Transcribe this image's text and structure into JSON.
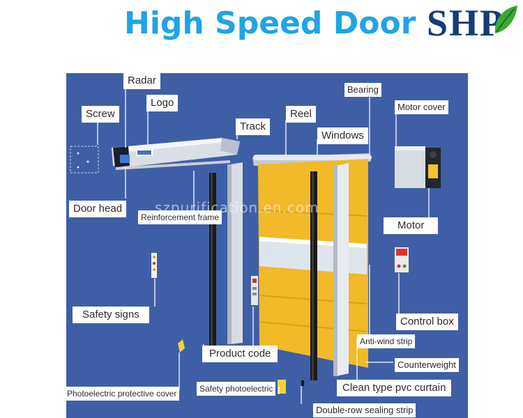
{
  "header": {
    "title": "High Speed Door",
    "brand_logo": "SHP"
  },
  "watermark": "szpurification.en.com",
  "labels": {
    "radar": "Radar",
    "screw": "Screw",
    "logo": "Logo",
    "track": "Track",
    "reel": "Reel",
    "bearing": "Bearing",
    "windows": "Windows",
    "motor_cover": "Motor cover",
    "door_head": "Door head",
    "reinforcement_frame": "Reinforcement frame",
    "motor": "Motor",
    "safety_signs": "Safety signs",
    "control_box": "Control box",
    "anti_wind_strip": "Anti-wind strip",
    "product_code": "Product code",
    "counterweight": "Counterweight",
    "photoelectric_protective_cover": "Photoelectric protective cover",
    "safety_photoelectric": "Safety photoelectric",
    "clean_type_pvc_curtain": "Clean type pvc curtain",
    "double_row_sealing_strip": "Double-row sealing strip"
  },
  "colors": {
    "title": "#1fa4e6",
    "brand": "#163b78",
    "leaf": "#3aa936",
    "panel": "#3e5fa6",
    "curtain": "#f2b928",
    "frame": "#e6e9ee"
  }
}
